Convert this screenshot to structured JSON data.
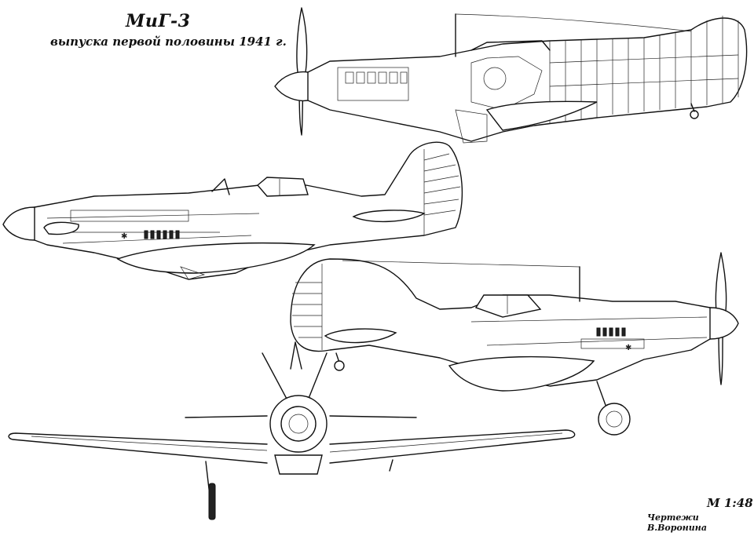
{
  "title": "МиГ-3",
  "subtitle": "выпуска первой половины 1941 г.",
  "scale": "М 1:48",
  "credit": "Чертежи В.Воронина",
  "views": [
    {
      "name": "cutaway-side-view"
    },
    {
      "name": "left-side-view"
    },
    {
      "name": "right-side-view"
    },
    {
      "name": "front-view"
    }
  ]
}
